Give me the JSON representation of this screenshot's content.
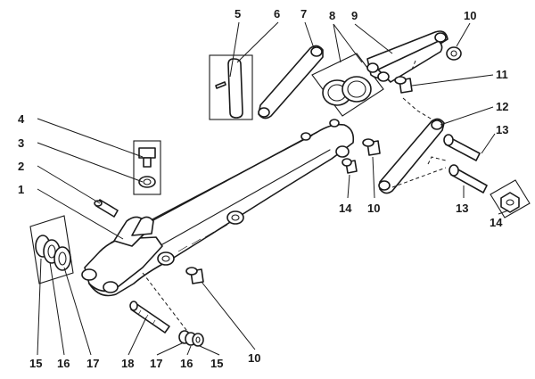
{
  "diagram": {
    "callouts": [
      {
        "id": "c5",
        "text": "5"
      },
      {
        "id": "c6",
        "text": "6"
      },
      {
        "id": "c7",
        "text": "7"
      },
      {
        "id": "c8",
        "text": "8"
      },
      {
        "id": "c9",
        "text": "9"
      },
      {
        "id": "c10a",
        "text": "10"
      },
      {
        "id": "c11",
        "text": "11"
      },
      {
        "id": "c12",
        "text": "12"
      },
      {
        "id": "c13a",
        "text": "13"
      },
      {
        "id": "c13b",
        "text": "13"
      },
      {
        "id": "c14a",
        "text": "14"
      },
      {
        "id": "c14b",
        "text": "14"
      },
      {
        "id": "c10b",
        "text": "10"
      },
      {
        "id": "c4",
        "text": "4"
      },
      {
        "id": "c3",
        "text": "3"
      },
      {
        "id": "c2",
        "text": "2"
      },
      {
        "id": "c1",
        "text": "1"
      },
      {
        "id": "c15a",
        "text": "15"
      },
      {
        "id": "c16a",
        "text": "16"
      },
      {
        "id": "c17a",
        "text": "17"
      },
      {
        "id": "c18",
        "text": "18"
      },
      {
        "id": "c17b",
        "text": "17"
      },
      {
        "id": "c16b",
        "text": "16"
      },
      {
        "id": "c15b",
        "text": "15"
      },
      {
        "id": "c10c",
        "text": "10"
      }
    ]
  }
}
